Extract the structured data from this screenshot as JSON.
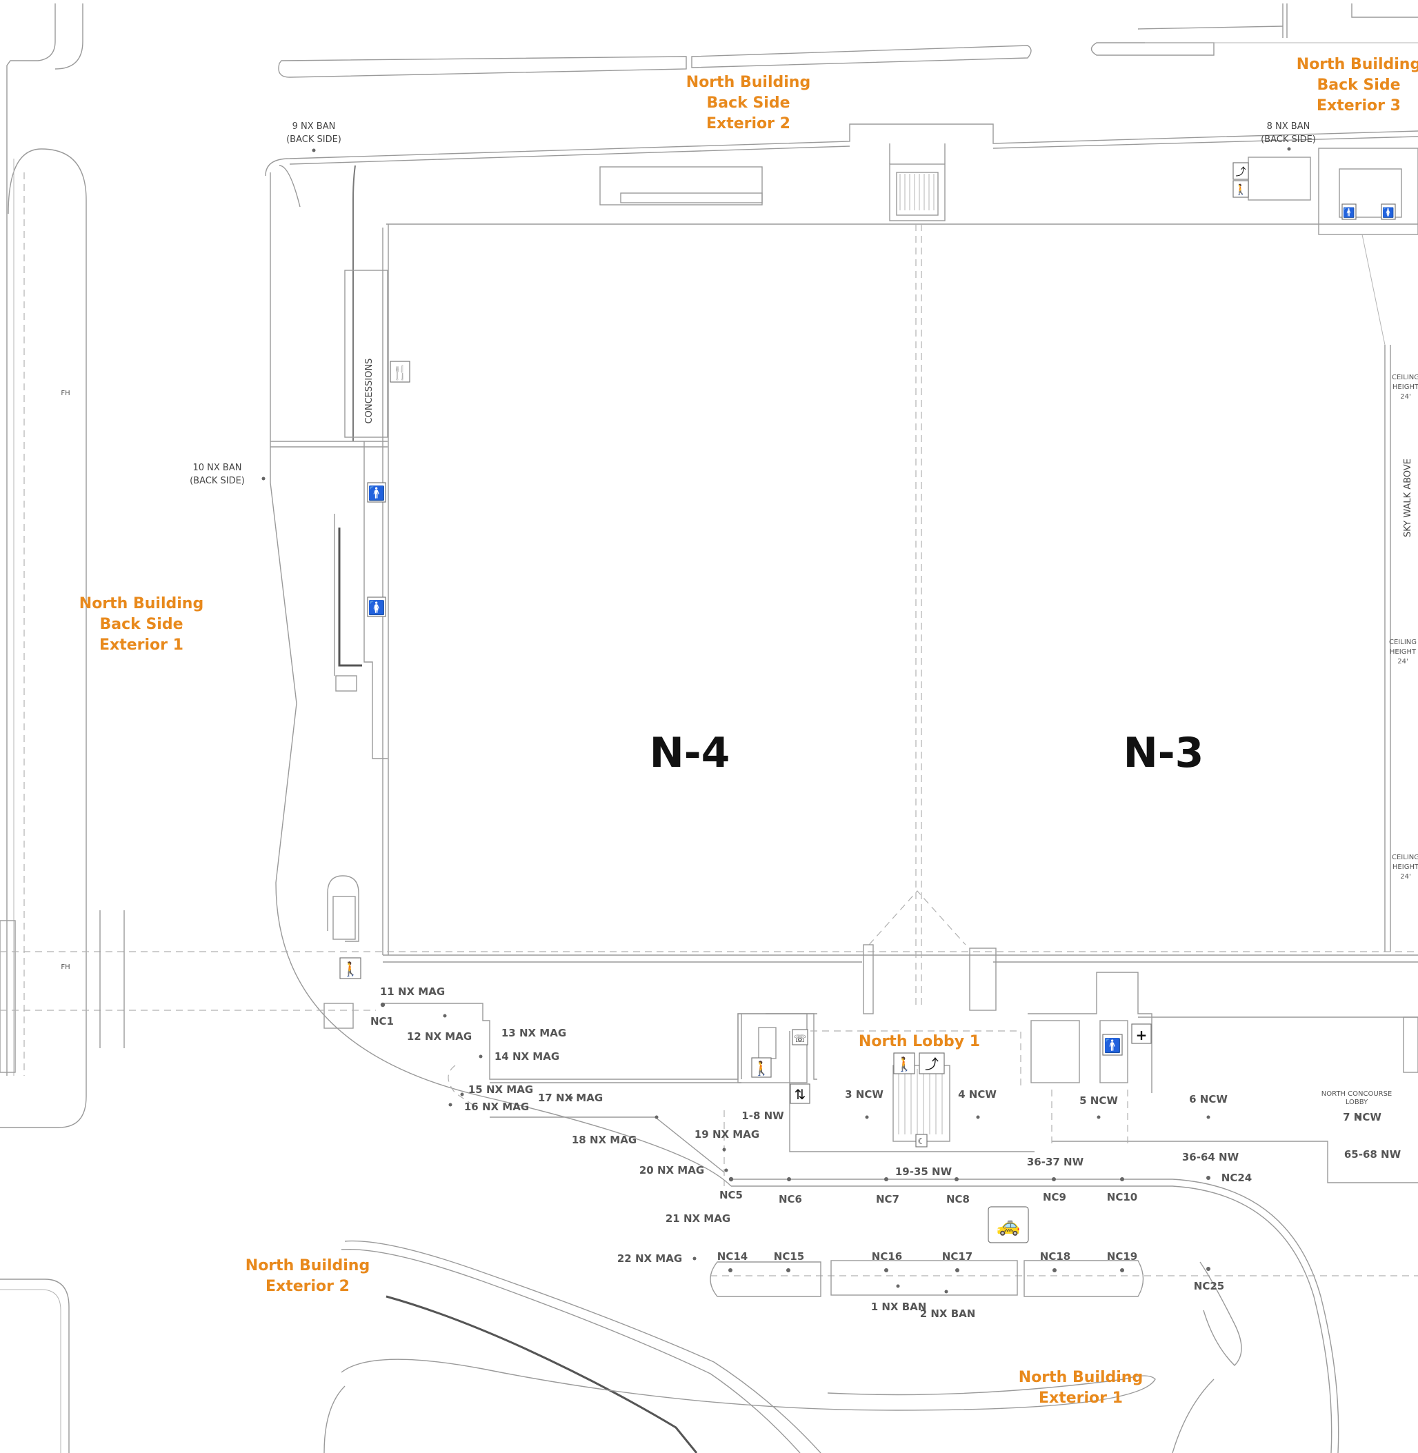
{
  "areas": {
    "n4": "N-4",
    "n3": "N-3"
  },
  "zones": {
    "back2": [
      "North Building",
      "Back Side",
      "Exterior 2"
    ],
    "back3": [
      "North Building",
      "Back Side",
      "Exterior 3"
    ],
    "back1": [
      "North Building",
      "Back Side",
      "Exterior 1"
    ],
    "lobby": "North Lobby 1",
    "ext2": [
      "North Building",
      "Exterior 2"
    ],
    "ext1": [
      "North Building",
      "Exterior 1"
    ]
  },
  "labels": {
    "ban9": [
      "9 NX BAN",
      "(BACK SIDE)"
    ],
    "ban8": [
      "8 NX BAN",
      "(BACK SIDE)"
    ],
    "ban10": [
      "10 NX BAN",
      "(BACK SIDE)"
    ],
    "concessions": "CONCESSIONS",
    "skywalk": "SKY WALK ABOVE",
    "ceiling": [
      "CEILING",
      "HEIGHT",
      "24'"
    ],
    "fh": "FH",
    "nc_lobby": [
      "NORTH CONCOURSE",
      "LOBBY"
    ],
    "list": [
      "11 NX MAG",
      "NC1",
      "12 NX MAG",
      "13 NX MAG",
      "14 NX MAG",
      "15 NX MAG",
      "16 NX MAG",
      "17 NX MAG",
      "18 NX MAG",
      "19 NX MAG",
      "20 NX MAG",
      "21 NX MAG",
      "22 NX MAG",
      "1-8 NW",
      "3 NCW",
      "4 NCW",
      "5 NCW",
      "6 NCW",
      "7 NCW",
      "19-35 NW",
      "36-37 NW",
      "36-64 NW",
      "65-68 NW",
      "NC5",
      "NC6",
      "NC7",
      "NC8",
      "NC9",
      "NC10",
      "NC24",
      "NC14",
      "NC15",
      "NC16",
      "NC17",
      "NC18",
      "NC19",
      "NC25",
      "1 NX BAN",
      "2 NX BAN"
    ]
  },
  "icons": [
    "food-icon",
    "restroom-icon",
    "stairs-icon",
    "escalator-icon",
    "elevator-icon",
    "first-aid-icon",
    "taxi-icon",
    "phone-icon",
    "info-icon"
  ],
  "colors": {
    "zone_label": "#e8891c",
    "area_label": "#111111",
    "linework": "#9a9a9a"
  }
}
